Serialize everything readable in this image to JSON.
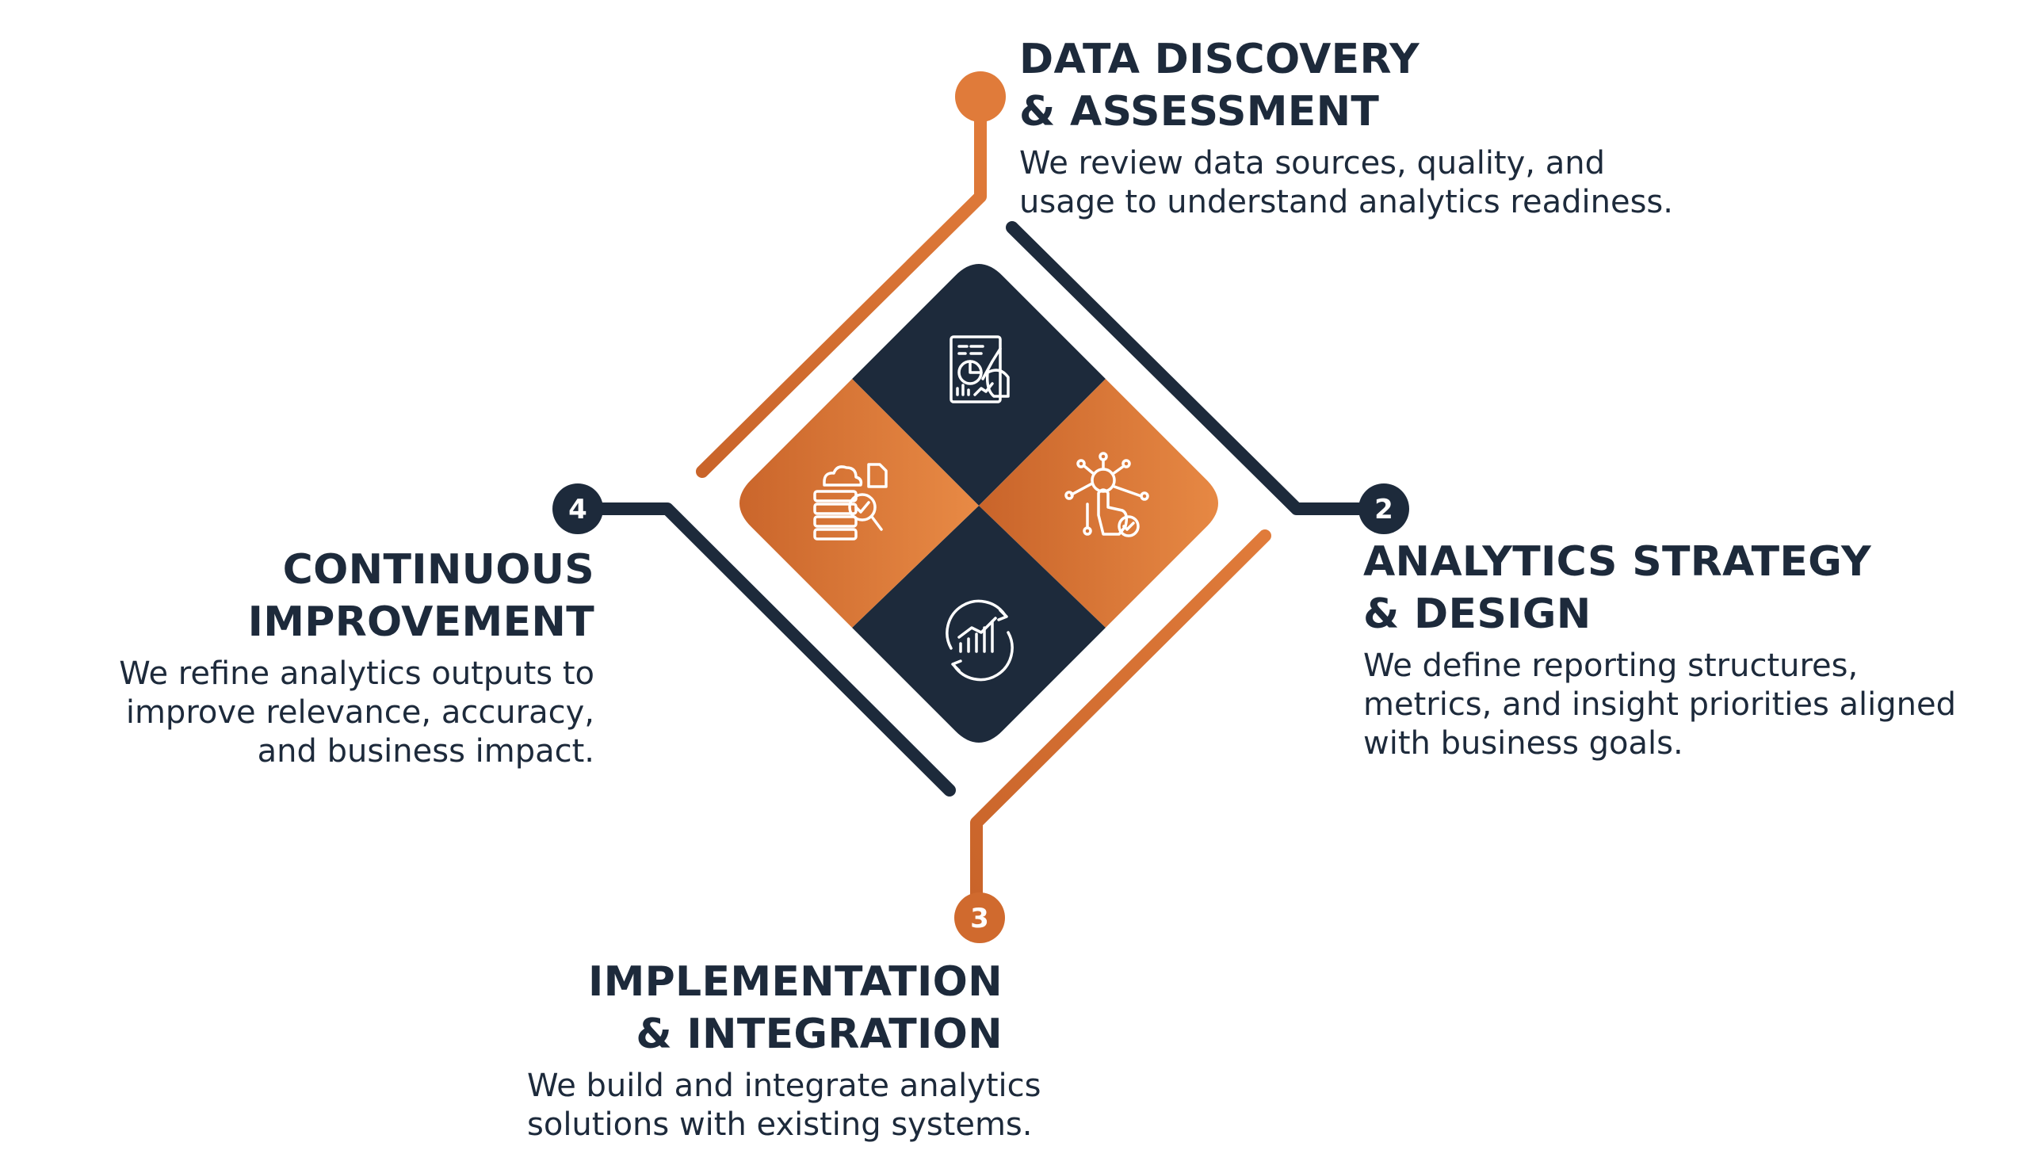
{
  "colors": {
    "navy": "#1d2a3b",
    "orange": "#e07b3a",
    "orange_dark": "#c9642a",
    "white": "#ffffff"
  },
  "steps": [
    {
      "number": "",
      "title_lines": [
        "DATA DISCOVERY",
        "& ASSESSMENT"
      ],
      "desc_lines": [
        "We review data sources, quality, and",
        "usage to understand analytics readiness."
      ],
      "icon": "report-analysis-icon"
    },
    {
      "number": "2",
      "title_lines": [
        "ANALYTICS STRATEGY",
        "& DESIGN"
      ],
      "desc_lines": [
        "We define reporting structures,",
        "metrics, and insight priorities aligned",
        "with business goals."
      ],
      "icon": "network-touch-icon"
    },
    {
      "number": "3",
      "title_lines": [
        "IMPLEMENTATION",
        "& INTEGRATION"
      ],
      "desc_lines": [
        "We build and integrate analytics",
        "solutions with existing systems."
      ],
      "icon": "cloud-database-icon"
    },
    {
      "number": "4",
      "title_lines": [
        "CONTINUOUS",
        "IMPROVEMENT"
      ],
      "desc_lines": [
        "We refine analytics outputs to",
        "improve relevance, accuracy,",
        "and business impact."
      ],
      "icon": "growth-cycle-icon"
    }
  ]
}
